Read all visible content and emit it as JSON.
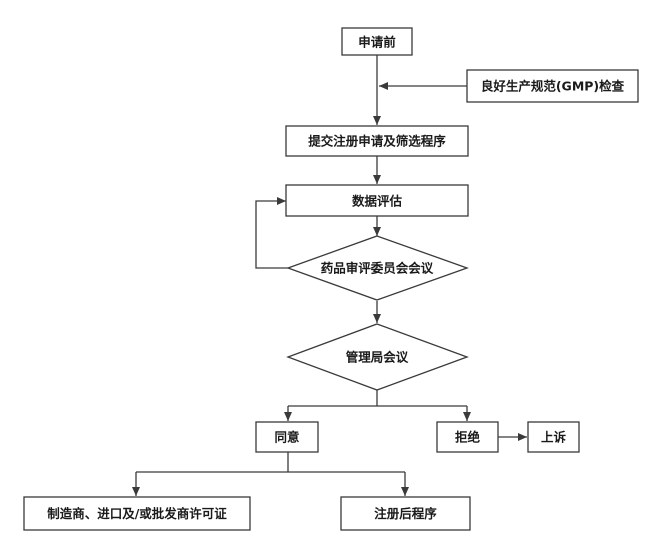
{
  "nodes": {
    "pre_application": "申请前",
    "gmp_inspection": "良好生产规范(GMP)检查",
    "submit_screening": "提交注册申请及筛选程序",
    "data_evaluation": "数据评估",
    "drug_committee": "药品审评委员会会议",
    "board_meeting": "管理局会议",
    "approve": "同意",
    "reject": "拒绝",
    "appeal": "上诉",
    "licenses": "制造商、进口及/或批发商许可证",
    "post_registration": "注册后程序"
  },
  "colors": {
    "stroke": "#3a3a3a",
    "text": "#1a1a1a",
    "fill": "#ffffff"
  }
}
